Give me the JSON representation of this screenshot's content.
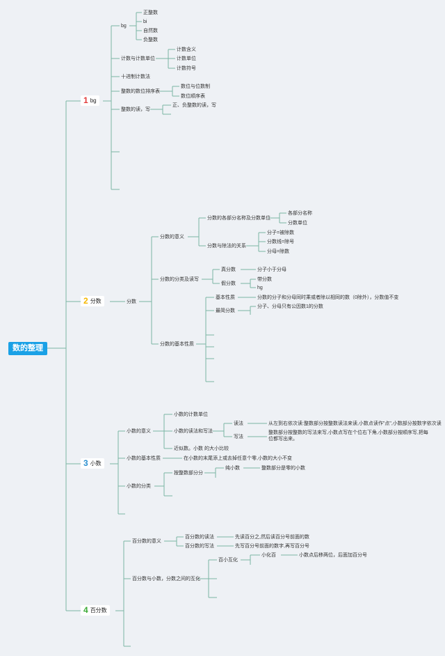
{
  "root": "数的整理",
  "colors": {
    "line": "#7bb5a3",
    "root_bg": "#1aa1e6",
    "num1": "#e23a3a",
    "num2": "#f5b700",
    "num3": "#2a8fd0",
    "num4": "#3aaa35"
  },
  "s1": {
    "num": "1",
    "label": "bg",
    "bg": "bg",
    "zhengzheng": "正整数",
    "bi": "bi",
    "ziran": "自然数",
    "fuzheng": "负整数",
    "jishu_danwei": "计数与计数单位",
    "jishu_hanyi": "计数含义",
    "jishu_danwei2": "计数单位",
    "jishu_fuhao": "计数符号",
    "shijinzhi": "十进制计数法",
    "shuwei_paixu": "整数的数位排序表",
    "shuwei_weishu": "数位与位数制",
    "shuwei_shunxu": "数位顺序表",
    "dufa": "整数的读，写",
    "dufa_child": "正、负整数的读，写"
  },
  "s2": {
    "num": "2",
    "label": "分数",
    "fenshu": "分数",
    "yiyi": "分数的意义",
    "gebufen": "分数的各部分名称及分数单位",
    "gebufen_mingcheng": "各部分名称",
    "fenshu_danwei": "分数单位",
    "chufa_guanxi": "分数与除法的关系",
    "fenzi": "分子=被除数",
    "fenshuxian": "分数线=除号",
    "fenmu": "分母=除数",
    "fenlei": "分数的分类及读写",
    "zhenfenshu": "真分数",
    "zhen_child": "分子小于分母",
    "jiafenshu": "假分数",
    "daifenshu": "带分数",
    "hg": "hg",
    "xingzhi": "分数的基本性质",
    "jiben": "基本性质",
    "jiben_child": "分数的分子和分母同时乘或者除以相同的数（0除外），分数值不变",
    "zuijian": "最简分数",
    "zuijian_child": "分子、分母只有公因数1的分数"
  },
  "s3": {
    "num": "3",
    "label": "小数",
    "yiyi": "小数的意义",
    "jishu_danwei": "小数的计数单位",
    "duxie": "小数的读法和写法",
    "dufa": "读法",
    "dufa_child": "从左到右依次读:整数部分按整数读法来读,小数点读作\"点\",小数部分按数字依次读",
    "xiefa": "写法",
    "xiefa_child": "整数部分按整数的写法来写,小数点写在个位右下角,小数部分按顺序写,把每位都写出来。",
    "jinsi": "近似数。小数 的大小比较",
    "xingzhi": "小数的基本性质",
    "xingzhi_child": "在小数的末尾添上或去掉任意个零,小数的大小不变",
    "fenlei": "小数的分类",
    "anzhengshu": "按整数部分分",
    "chunxiaoshu": "纯小数",
    "chun_child": "整数部分是零的小数"
  },
  "s4": {
    "num": "4",
    "label": "百分数",
    "yiyi": "百分数的意义",
    "dufa": "百分数的读法",
    "dufa_child": "先读百分之,然后读百分号前面的数",
    "xiefa": "百分数的写法",
    "xiefa_child": "先写百分号前面的数字,再写百分号",
    "huhua": "百分数与小数，分数之间的互化",
    "bai_xiao": "百小互化",
    "xiao_bai": "小化百",
    "xiao_bai_child": "小数点后移两位，后面加百分号"
  }
}
